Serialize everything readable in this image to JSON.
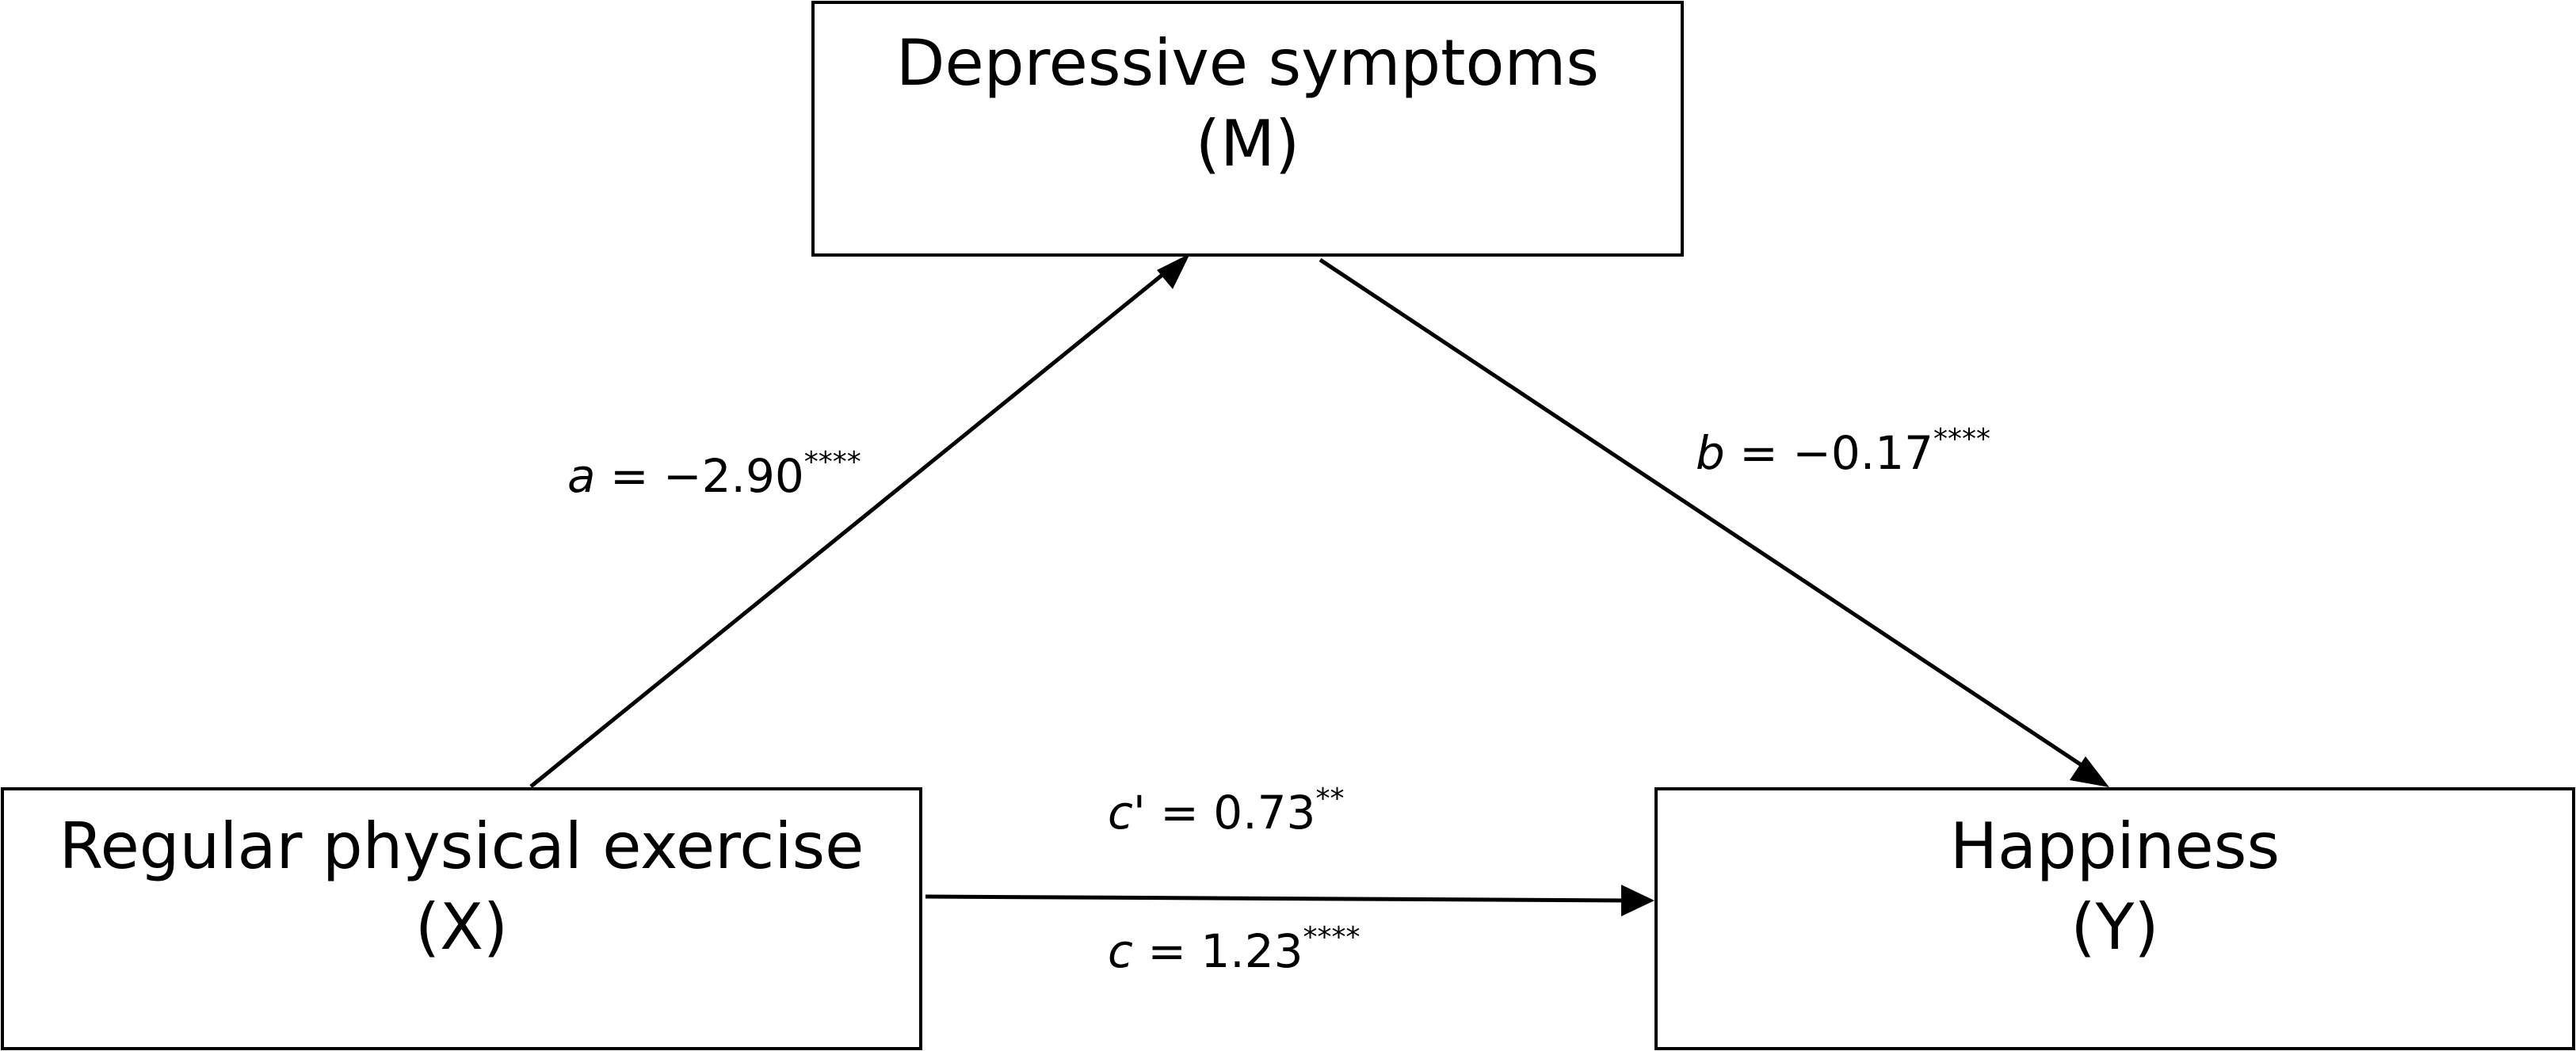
{
  "nodes": {
    "mediator": {
      "name": "Depressive symptoms",
      "role": "(M)"
    },
    "predictor": {
      "name": "Regular physical exercise",
      "role": "(X)"
    },
    "outcome": {
      "name": "Happiness",
      "role": "(Y)"
    }
  },
  "paths": {
    "a": {
      "symbol": "a",
      "value": " = −2.90",
      "sig": "****"
    },
    "b": {
      "symbol": "b",
      "value": " = −0.17",
      "sig": "****"
    },
    "c_prime": {
      "symbol": "c",
      "value": "' = 0.73",
      "sig": "**"
    },
    "c": {
      "symbol": "c",
      "value": " = 1.23",
      "sig": "****"
    }
  }
}
